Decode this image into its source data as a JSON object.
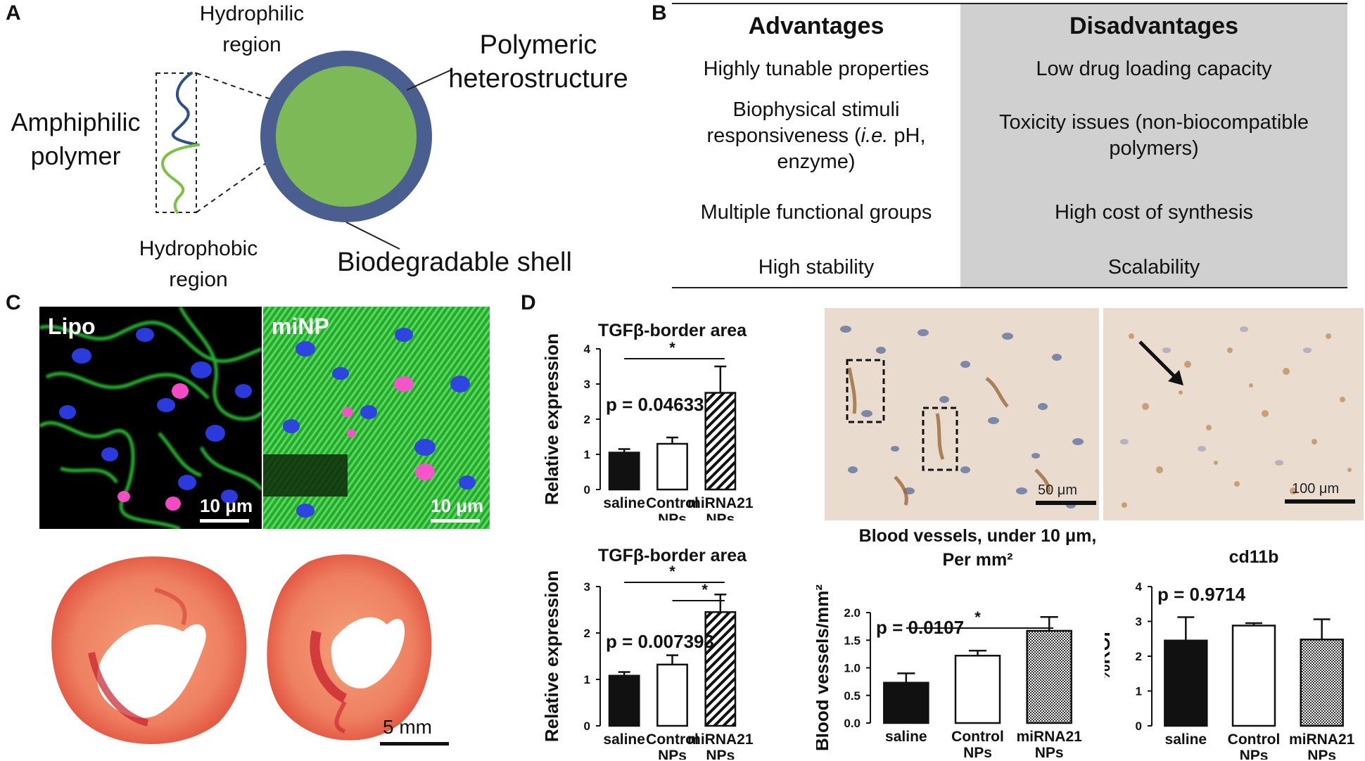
{
  "panels": {
    "a": "A",
    "b": "B",
    "c": "C",
    "d": "D"
  },
  "panel_a": {
    "hydrophilic": [
      "Hydrophilic",
      "region"
    ],
    "amphiphilic": [
      "Amphiphilic",
      "polymer"
    ],
    "hydrophobic": [
      "Hydrophobic",
      "region"
    ],
    "polymeric": [
      "Polymeric",
      "heterostructure"
    ],
    "shell": "Biodegradable shell",
    "colors": {
      "core": "#7dba57",
      "shell": "#4a5f8f",
      "hydrophilic_chain": "#2f4e8c",
      "hydrophobic_chain": "#7cc142"
    }
  },
  "panel_b": {
    "headers": {
      "advantages": "Advantages",
      "disadvantages": "Disadvantages"
    },
    "advantages": [
      [
        "Highly tunable properties"
      ],
      [
        "Biophysical stimuli",
        "responsiveness (i.e. pH,",
        "enzyme)"
      ],
      [
        "Multiple functional groups"
      ],
      [
        "High stability"
      ]
    ],
    "disadvantages": [
      [
        "Low drug loading capacity"
      ],
      [
        "Toxicity issues (non-biocompatible",
        "polymers)"
      ],
      [
        "High cost of synthesis"
      ],
      [
        "Scalability"
      ]
    ]
  },
  "panel_c": {
    "lipo": "Lipo",
    "minp": "miNP",
    "scale_10um": "10 μm",
    "scale_5mm": "5 mm"
  },
  "panel_d": {
    "histology": {
      "scale_50": "50 μm",
      "scale_100": "100 μm"
    },
    "sig": "*"
  },
  "chart_data": [
    {
      "type": "bar",
      "title": "TGFβ-border area",
      "ylabel": "Relative expression",
      "categories": [
        [
          "saline"
        ],
        [
          "Control",
          "NPs"
        ],
        [
          "miRNA21",
          "NPs"
        ]
      ],
      "values": [
        1.05,
        1.3,
        2.75
      ],
      "errors": [
        0.1,
        0.18,
        0.75
      ],
      "ylim": [
        0,
        4
      ],
      "yticks": [
        "0",
        "1",
        "2",
        "3",
        "4"
      ],
      "annotation": "p = 0.04633",
      "significance": [
        {
          "from": 0,
          "to": 2,
          "label": "*"
        }
      ]
    },
    {
      "type": "bar",
      "title": "TGFβ-border area",
      "ylabel": "Relative expression",
      "categories": [
        [
          "saline"
        ],
        [
          "Control",
          "NPs"
        ],
        [
          "miRNA21",
          "NPs"
        ]
      ],
      "values": [
        1.08,
        1.32,
        2.45
      ],
      "errors": [
        0.08,
        0.2,
        0.38
      ],
      "ylim": [
        0,
        3
      ],
      "yticks": [
        "0",
        "1",
        "2",
        "3"
      ],
      "annotation": "p = 0.007393",
      "significance": [
        {
          "from": 0,
          "to": 2,
          "label": "*"
        },
        {
          "from": 1,
          "to": 2,
          "label": "*"
        }
      ]
    },
    {
      "type": "bar",
      "title": "Blood vessels, under 10 μm, Per mm²",
      "title_lines": [
        "Blood vessels, under 10 μm,",
        "Per mm²"
      ],
      "ylabel": "Blood vessels/mm²",
      "categories": [
        [
          "saline"
        ],
        [
          "Control",
          "NPs"
        ],
        [
          "miRNA21",
          "NPs"
        ]
      ],
      "values": [
        0.73,
        1.22,
        1.67
      ],
      "errors": [
        0.17,
        0.09,
        0.25
      ],
      "ylim": [
        0,
        2.0
      ],
      "yticks": [
        "0.0",
        "0.5",
        "1.0",
        "1.5",
        "2.0"
      ],
      "annotation": "p = 0.0107",
      "significance": [
        {
          "from": 0,
          "to": 2,
          "label": "*"
        }
      ]
    },
    {
      "type": "bar",
      "title": "cd11b",
      "ylabel": "%ROI",
      "categories": [
        [
          "saline"
        ],
        [
          "Control",
          "NPs"
        ],
        [
          "miRNA21",
          "NPs"
        ]
      ],
      "values": [
        2.45,
        2.88,
        2.48
      ],
      "errors": [
        0.67,
        0.07,
        0.58
      ],
      "ylim": [
        0,
        4
      ],
      "yticks": [
        "0",
        "1",
        "2",
        "3",
        "4"
      ],
      "annotation": "p = 0.9714",
      "significance": []
    }
  ]
}
